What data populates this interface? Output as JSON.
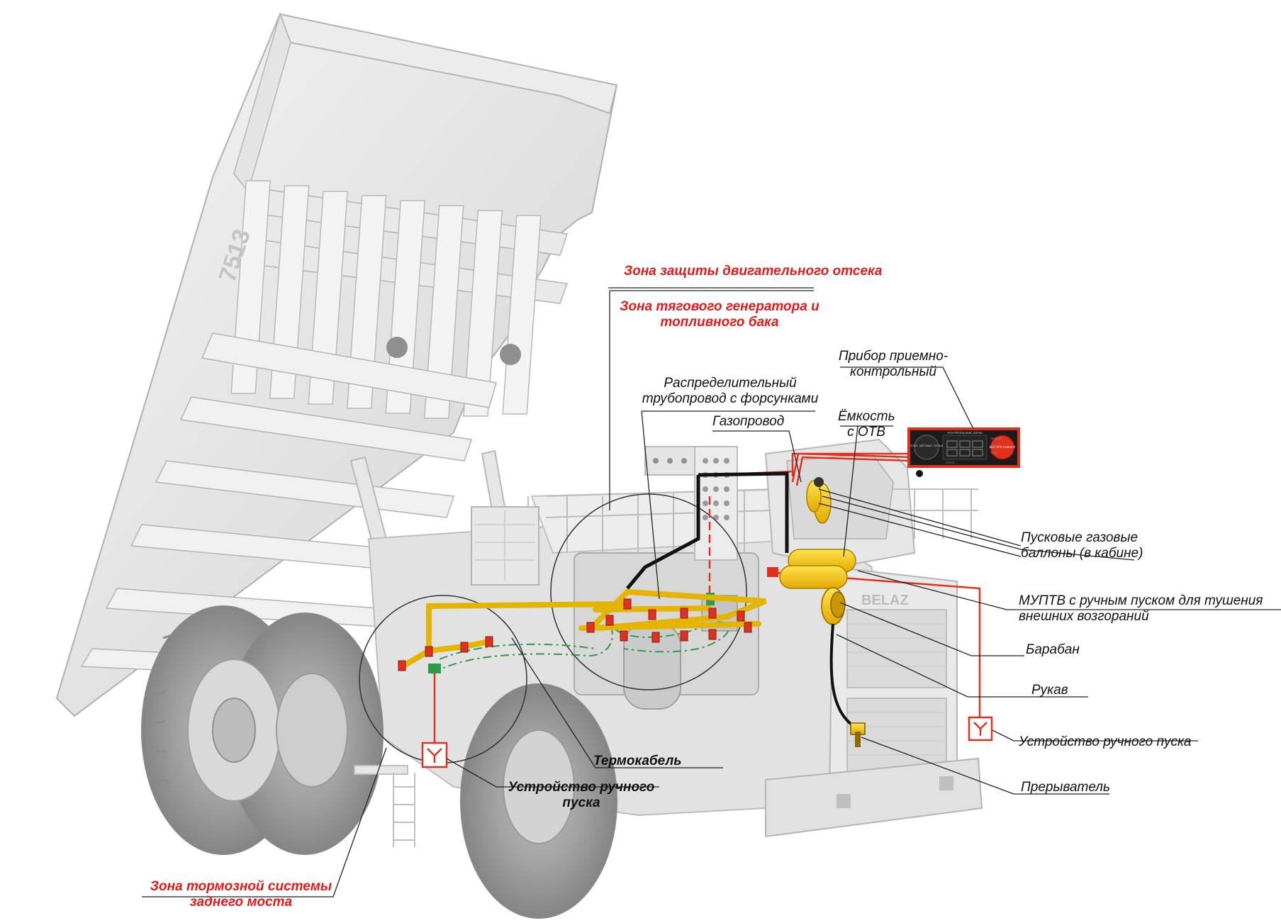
{
  "truck": {
    "brand_plate": "BELAZ",
    "body_model": "7513"
  },
  "control_panel": {
    "left_button": "ОТКЛ. АВТОМАТ. ПУСКА",
    "right_button": "ВКЛ. ПРИ ПОЖАРЕ",
    "center_title": "КОНТРОЛЬНЫЕ ЗОНЫ",
    "indicators": [
      "ПИТАНИЕ",
      "НЕИСПР.",
      "ПУСК",
      "СБРОС"
    ]
  },
  "labels": {
    "zone_engine": "Зона защиты двигательного отсека",
    "zone_generator": "Зона  тягового генератора и топливного бака",
    "zone_rear_brake": "Зона тормозной системы заднего моста",
    "control_device": "Прибор приемно-контрольный",
    "distribution_pipe": "Распределительный трубопровод  с форсунками",
    "gas_line": "Газопровод",
    "ots_tank": "Ёмкость с ОТВ",
    "start_cylinders": "Пусковые газовые баллоны (в кабине)",
    "muptv": "МУПТВ с ручным пуском для тушения внешних возгораний",
    "drum": "Барабан",
    "hose": "Рукав",
    "manual_start_right": "Устройство ручного пуска",
    "interrupter": "Прерыватель",
    "thermocable": "Термокабель",
    "manual_start_center": "Устройство ручного пуска"
  },
  "colors": {
    "zone_label": "#e11a1a",
    "pipe_yellow": "#f2c200",
    "nozzle_red": "#e0301e",
    "thermocable_green": "#2e9b4a",
    "gas_line_black": "#111111",
    "truck_gray": "#dcdcdc"
  }
}
